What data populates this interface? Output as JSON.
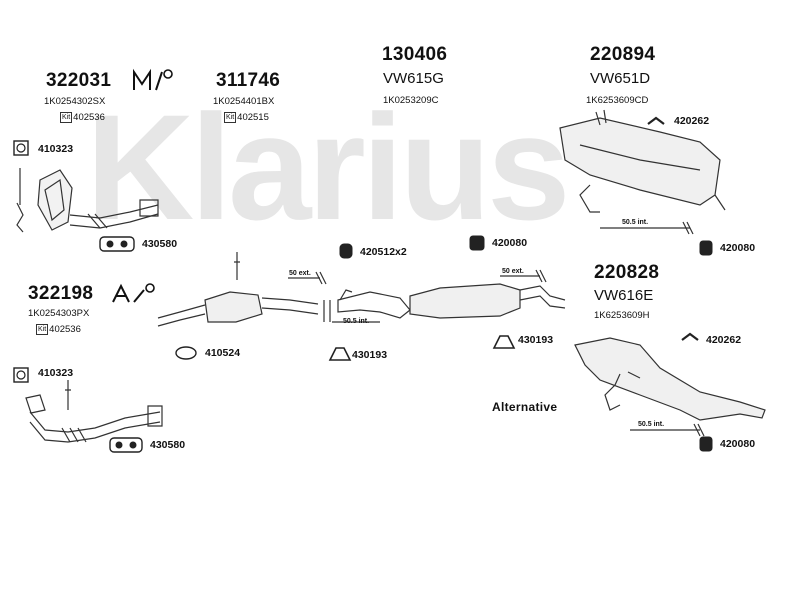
{
  "watermark": {
    "text": "Klarius"
  },
  "groups": [
    {
      "code": "322031",
      "oe": "1K0254302SX",
      "kit": "402536"
    },
    {
      "code": "311746",
      "oe": "1K0254401BX",
      "kit": "402515"
    },
    {
      "code": "130406",
      "model": "VW615G",
      "oe": "1K0253209C"
    },
    {
      "code": "220894",
      "model": "VW651D",
      "oe": "1K6253609CD"
    },
    {
      "code": "322198",
      "oe": "1K0254303PX",
      "kit": "402536"
    },
    {
      "code": "220828",
      "model": "VW616E",
      "oe": "1K6253609H"
    }
  ],
  "kit_label": "Kit",
  "parts": [
    {
      "id": "410323"
    },
    {
      "id": "430580"
    },
    {
      "id": "420512x2"
    },
    {
      "id": "420080"
    },
    {
      "id": "420262"
    },
    {
      "id": "420080"
    },
    {
      "id": "410524"
    },
    {
      "id": "430193"
    },
    {
      "id": "430193"
    },
    {
      "id": "410323"
    },
    {
      "id": "430580"
    },
    {
      "id": "420262"
    },
    {
      "id": "420080"
    }
  ],
  "dimensions": {
    "ext_a": "50 ext.",
    "ext_b": "50 ext.",
    "int_a": "50.5 int.",
    "int_b": "50.5 int.",
    "int_c": "50.5 int."
  },
  "alternative_label": "Alternative"
}
